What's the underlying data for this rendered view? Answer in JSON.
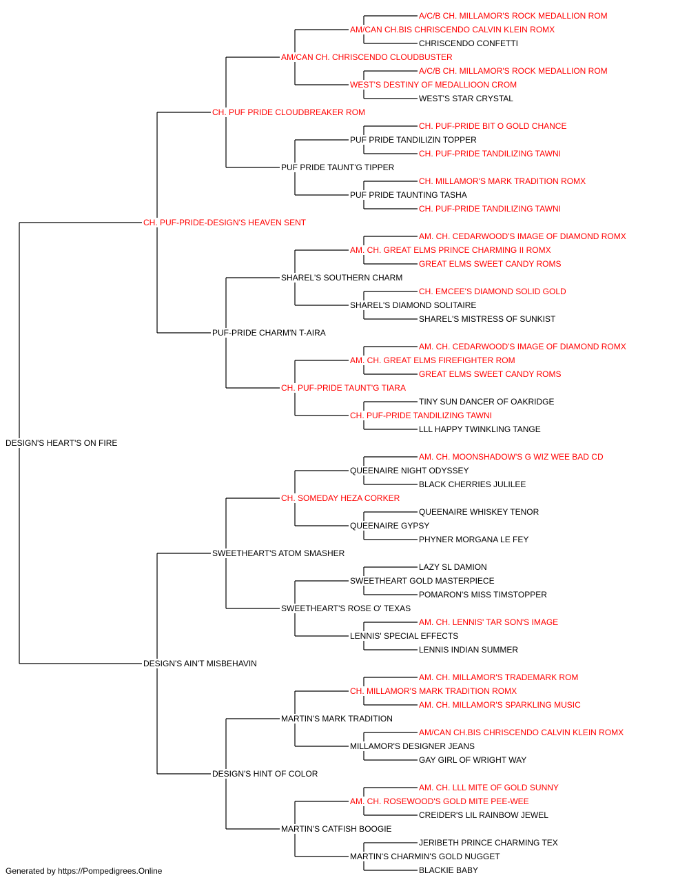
{
  "colors": {
    "champion": "#ff0000",
    "regular": "#000000",
    "line": "#000000"
  },
  "pedigree": {
    "name": "DESIGN'S HEART'S ON FIRE",
    "champion": false,
    "sire": {
      "name": "CH. PUF-PRIDE-DESIGN'S HEAVEN SENT",
      "champion": true,
      "sire": {
        "name": "CH. PUF PRIDE CLOUDBREAKER ROM",
        "champion": true,
        "sire": {
          "name": "AM/CAN CH. CHRISCENDO CLOUDBUSTER",
          "champion": true,
          "sire": {
            "name": "AM/CAN CH.BIS CHRISCENDO CALVIN KLEIN ROMX",
            "champion": true,
            "sire": {
              "name": "A/C/B CH. MILLAMOR'S ROCK MEDALLION ROM",
              "champion": true
            },
            "dam": {
              "name": "CHRISCENDO CONFETTI",
              "champion": false
            }
          },
          "dam": {
            "name": "WEST'S DESTINY OF MEDALLIOON CROM",
            "champion": true,
            "sire": {
              "name": "A/C/B CH. MILLAMOR'S ROCK MEDALLION ROM",
              "champion": true
            },
            "dam": {
              "name": "WEST'S STAR CRYSTAL",
              "champion": false
            }
          }
        },
        "dam": {
          "name": "PUF PRIDE TAUNT'G TIPPER",
          "champion": false,
          "sire": {
            "name": "PUF PRIDE TANDILIZIN TOPPER",
            "champion": false,
            "sire": {
              "name": "CH. PUF-PRIDE BIT O GOLD CHANCE",
              "champion": true
            },
            "dam": {
              "name": "CH. PUF-PRIDE TANDILIZING TAWNI",
              "champion": true
            }
          },
          "dam": {
            "name": "PUF PRIDE TAUNTING TASHA",
            "champion": false,
            "sire": {
              "name": "CH. MILLAMOR'S MARK TRADITION ROMX",
              "champion": true
            },
            "dam": {
              "name": "CH. PUF-PRIDE TANDILIZING TAWNI",
              "champion": true
            }
          }
        }
      },
      "dam": {
        "name": "PUF-PRIDE CHARM'N T-AIRA",
        "champion": false,
        "sire": {
          "name": "SHAREL'S SOUTHERN CHARM",
          "champion": false,
          "sire": {
            "name": "AM. CH. GREAT ELMS PRINCE CHARMING II ROMX",
            "champion": true,
            "sire": {
              "name": "AM. CH. CEDARWOOD'S IMAGE OF DIAMOND ROMX",
              "champion": true
            },
            "dam": {
              "name": "GREAT ELMS SWEET CANDY ROMS",
              "champion": true
            }
          },
          "dam": {
            "name": "SHAREL'S DIAMOND SOLITAIRE",
            "champion": false,
            "sire": {
              "name": "CH. EMCEE'S DIAMOND SOLID GOLD",
              "champion": true
            },
            "dam": {
              "name": "SHAREL'S MISTRESS OF SUNKIST",
              "champion": false
            }
          }
        },
        "dam": {
          "name": "CH. PUF-PRIDE TAUNT'G TIARA",
          "champion": true,
          "sire": {
            "name": "AM. CH. GREAT ELMS FIREFIGHTER ROM",
            "champion": true,
            "sire": {
              "name": "AM. CH. CEDARWOOD'S IMAGE OF DIAMOND ROMX",
              "champion": true
            },
            "dam": {
              "name": "GREAT ELMS SWEET CANDY ROMS",
              "champion": true
            }
          },
          "dam": {
            "name": "CH. PUF-PRIDE TANDILIZING TAWNI",
            "champion": true,
            "sire": {
              "name": "TINY SUN DANCER OF OAKRIDGE",
              "champion": false
            },
            "dam": {
              "name": "LLL HAPPY TWINKLING TANGE",
              "champion": false
            }
          }
        }
      }
    },
    "dam": {
      "name": "DESIGN'S AIN'T MISBEHAVIN",
      "champion": false,
      "sire": {
        "name": "SWEETHEART'S ATOM SMASHER",
        "champion": false,
        "sire": {
          "name": "CH. SOMEDAY HEZA CORKER",
          "champion": true,
          "sire": {
            "name": "QUEENAIRE NIGHT ODYSSEY",
            "champion": false,
            "sire": {
              "name": "AM. CH. MOONSHADOW'S G WIZ WEE BAD CD",
              "champion": true
            },
            "dam": {
              "name": "BLACK CHERRIES JULILEE",
              "champion": false
            }
          },
          "dam": {
            "name": "QUEENAIRE GYPSY",
            "champion": false,
            "sire": {
              "name": "QUEENAIRE WHISKEY TENOR",
              "champion": false
            },
            "dam": {
              "name": "PHYNER MORGANA LE FEY",
              "champion": false
            }
          }
        },
        "dam": {
          "name": "SWEETHEART'S ROSE O' TEXAS",
          "champion": false,
          "sire": {
            "name": "SWEETHEART GOLD MASTERPIECE",
            "champion": false,
            "sire": {
              "name": "LAZY SL DAMION",
              "champion": false
            },
            "dam": {
              "name": "POMARON'S MISS TIMSTOPPER",
              "champion": false
            }
          },
          "dam": {
            "name": "LENNIS' SPECIAL EFFECTS",
            "champion": false,
            "sire": {
              "name": "AM. CH. LENNIS' TAR SON'S IMAGE",
              "champion": true
            },
            "dam": {
              "name": "LENNIS INDIAN SUMMER",
              "champion": false
            }
          }
        }
      },
      "dam": {
        "name": "DESIGN'S HINT OF COLOR",
        "champion": false,
        "sire": {
          "name": "MARTIN'S MARK TRADITION",
          "champion": false,
          "sire": {
            "name": "CH. MILLAMOR'S MARK TRADITION ROMX",
            "champion": true,
            "sire": {
              "name": "AM. CH. MILLAMOR'S TRADEMARK ROM",
              "champion": true
            },
            "dam": {
              "name": "AM. CH. MILLAMOR'S SPARKLING MUSIC",
              "champion": true
            }
          },
          "dam": {
            "name": "MILLAMOR'S DESIGNER JEANS",
            "champion": false,
            "sire": {
              "name": "AM/CAN CH.BIS CHRISCENDO CALVIN KLEIN ROMX",
              "champion": true
            },
            "dam": {
              "name": "GAY GIRL OF WRIGHT WAY",
              "champion": false
            }
          }
        },
        "dam": {
          "name": "MARTIN'S CATFISH BOOGIE",
          "champion": false,
          "sire": {
            "name": "AM. CH. ROSEWOOD'S GOLD MITE PEE-WEE",
            "champion": true,
            "sire": {
              "name": "AM. CH. LLL MITE OF GOLD SUNNY",
              "champion": true
            },
            "dam": {
              "name": "CREIDER'S LIL RAINBOW JEWEL",
              "champion": false
            }
          },
          "dam": {
            "name": "MARTIN'S CHARMIN'S GOLD NUGGET",
            "champion": false,
            "sire": {
              "name": "JERIBETH PRINCE CHARMING TEX",
              "champion": false
            },
            "dam": {
              "name": "BLACKIE BABY",
              "champion": false
            }
          }
        }
      }
    }
  },
  "footer": {
    "text": "Generated by https://Pompedigrees.Online"
  }
}
